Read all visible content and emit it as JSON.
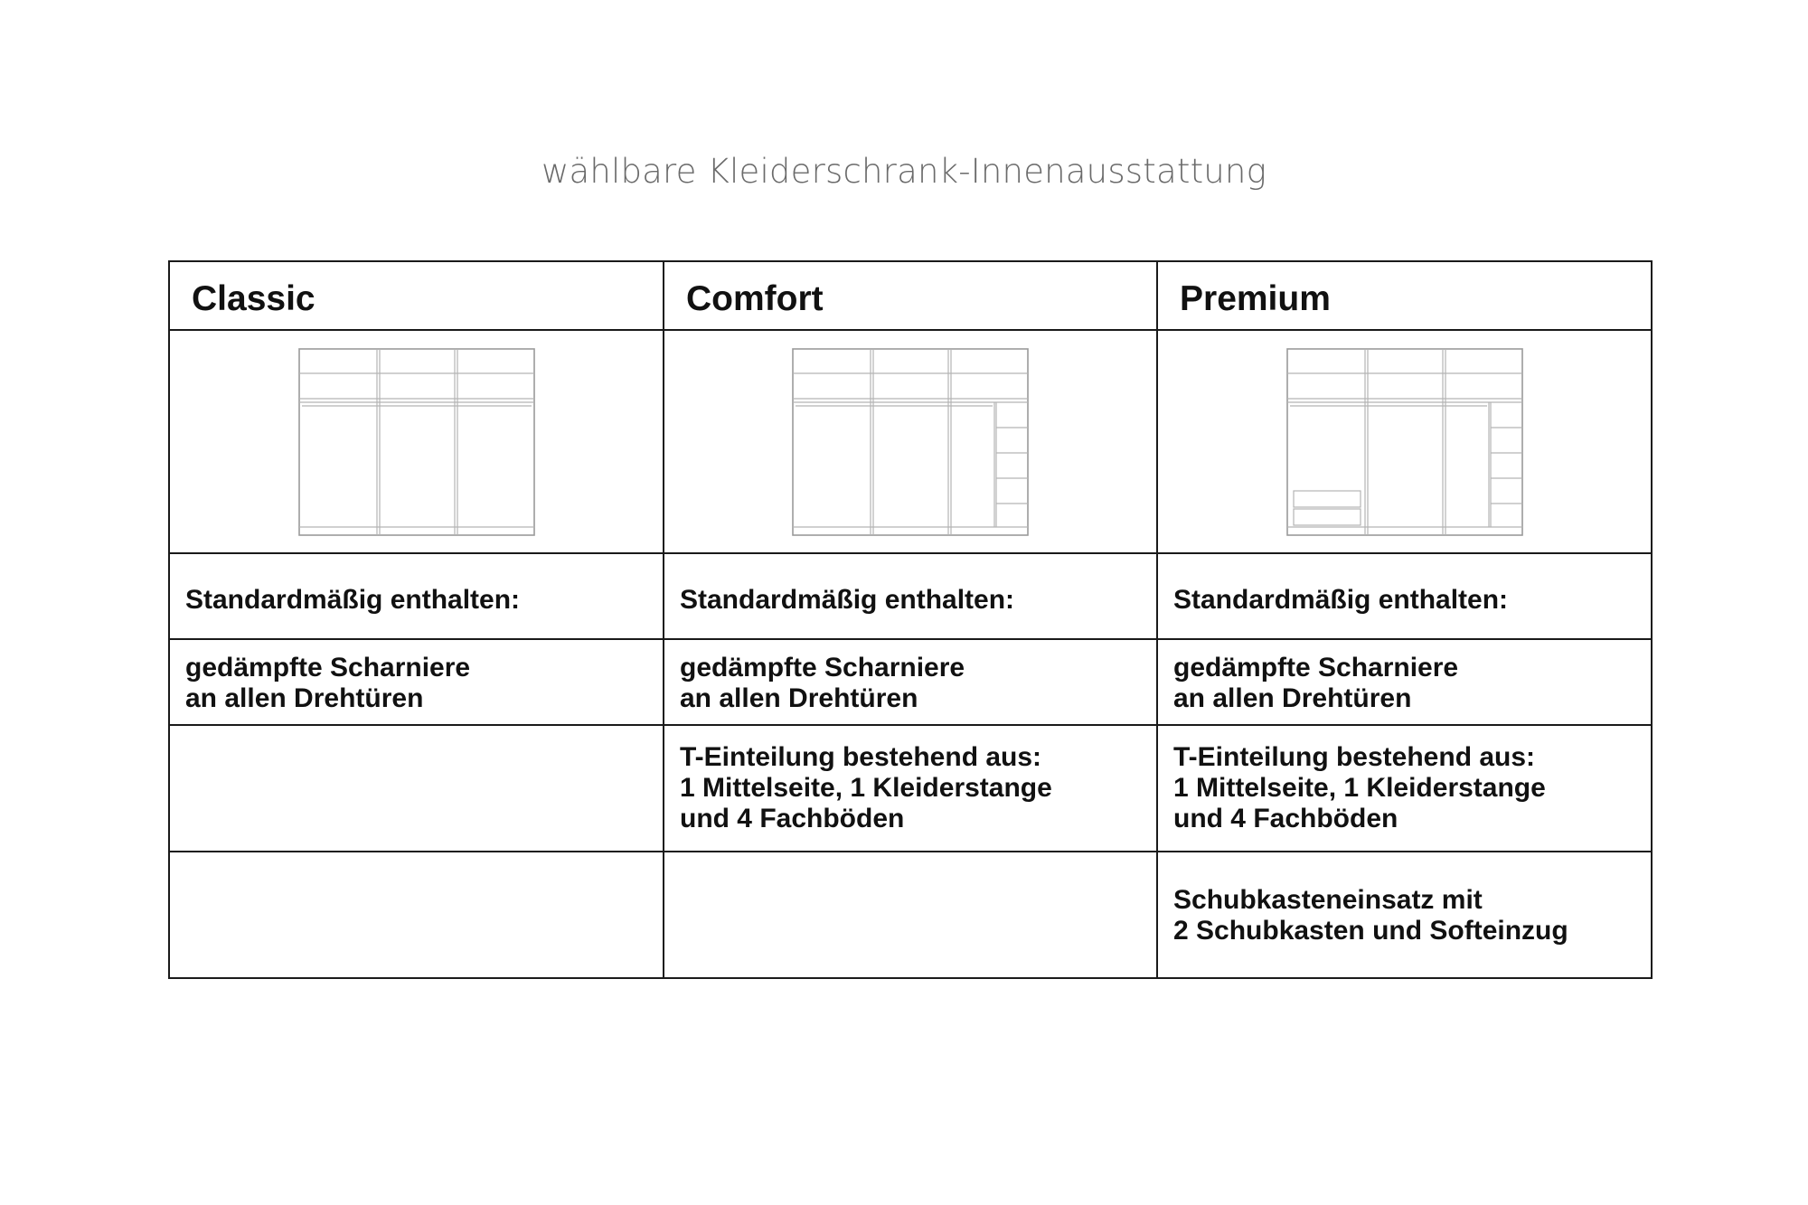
{
  "title": "wählbare Kleiderschrank-Innenausstattung",
  "columns": [
    {
      "name": "Classic",
      "standard_label": "Standardmäßig enthalten:",
      "scharniere": "gedämpfte Scharniere\nan allen Drehtüren",
      "t_einteilung": "",
      "schubkasten": ""
    },
    {
      "name": "Comfort",
      "standard_label": "Standardmäßig enthalten:",
      "scharniere": "gedämpfte Scharniere\nan allen Drehtüren",
      "t_einteilung": "T-Einteilung bestehend aus:\n1 Mittelseite, 1 Kleiderstange\nund 4 Fachböden",
      "schubkasten": ""
    },
    {
      "name": "Premium",
      "standard_label": "Standardmäßig enthalten:",
      "scharniere": "gedämpfte Scharniere\nan allen Drehtüren",
      "t_einteilung": "T-Einteilung bestehend aus:\n1 Mittelseite, 1 Kleiderstange\nund 4 Fachböden",
      "schubkasten": "Schubkasteneinsatz mit\n2 Schubkasten und Softeinzug"
    }
  ]
}
